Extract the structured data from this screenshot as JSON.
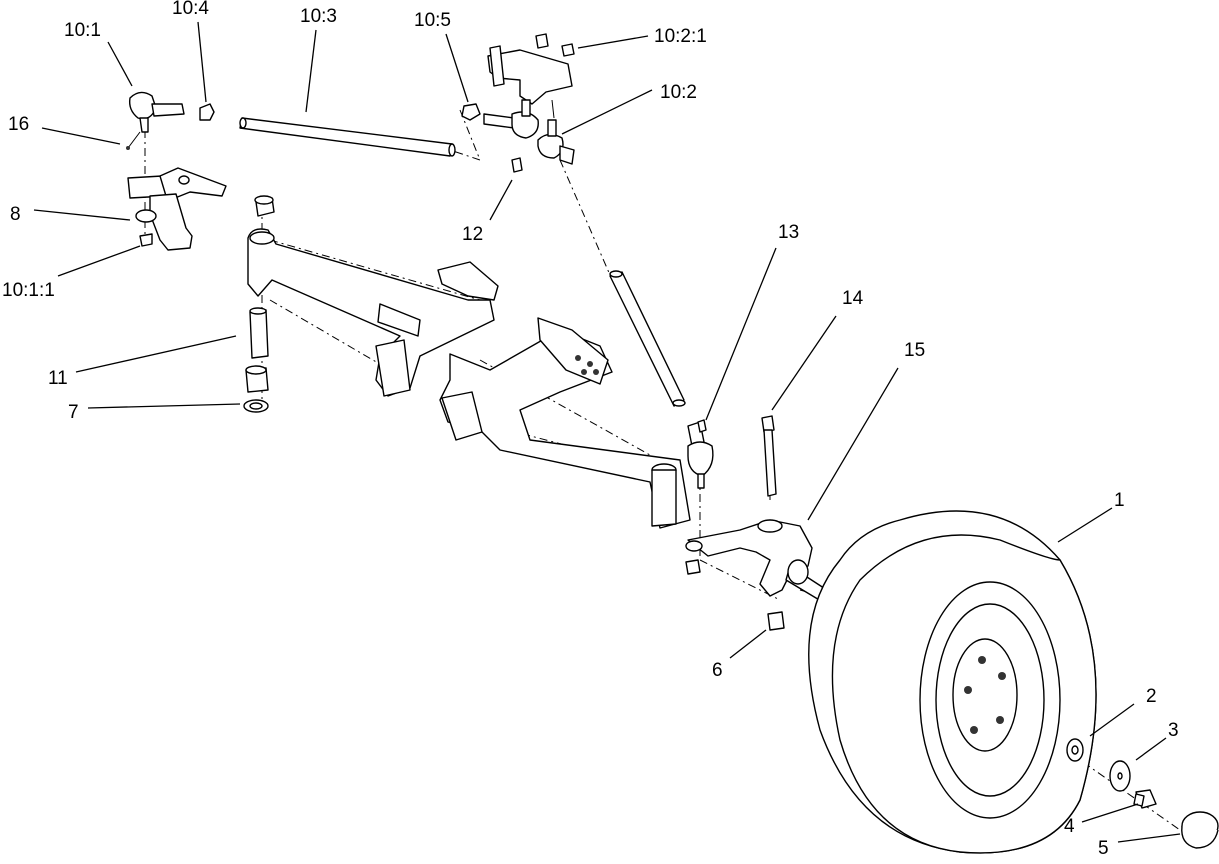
{
  "callouts": {
    "c10_1": "10:1",
    "c10_4": "10:4",
    "c10_3": "10:3",
    "c10_5": "10:5",
    "c10_2_1": "10:2:1",
    "c10_2": "10:2",
    "c16": "16",
    "c8": "8",
    "c12": "12",
    "c10_1_1": "10:1:1",
    "c13": "13",
    "c14": "14",
    "c15": "15",
    "c11": "11",
    "c7": "7",
    "c1": "1",
    "c6": "6",
    "c2": "2",
    "c3": "3",
    "c4": "4",
    "c5": "5"
  }
}
